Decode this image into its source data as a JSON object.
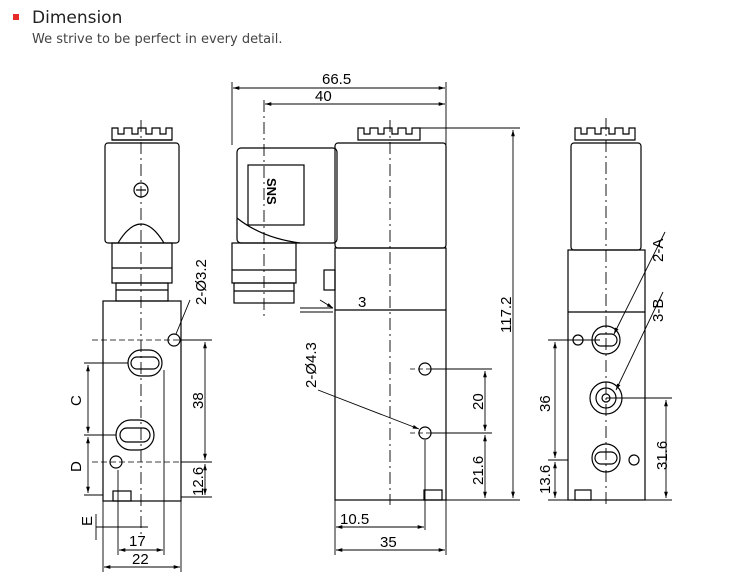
{
  "header": {
    "title": "Dimension",
    "subtitle": "We strive to be perfect in every detail.",
    "accent_color": "#e52a2a"
  },
  "drawing": {
    "front_view": {
      "hole_label": "2-Ø3.2",
      "port_c": "C",
      "port_d": "D",
      "port_e": "E",
      "dim_38": "38",
      "dim_12_6": "12.6",
      "dim_17": "17",
      "dim_22": "22"
    },
    "side_view": {
      "dim_66_5": "66.5",
      "dim_40": "40",
      "dim_3": "3",
      "dim_117_2": "117.2",
      "hole_label": "2-Ø4.3",
      "dim_20": "20",
      "dim_21_6": "21.6",
      "dim_10_5": "10.5",
      "dim_35": "35",
      "coil_logo": "SNS"
    },
    "rear_view": {
      "port_2a": "2-A",
      "port_3b": "3-B",
      "dim_36": "36",
      "dim_13_6": "13.6",
      "dim_31_6": "31.6"
    }
  }
}
